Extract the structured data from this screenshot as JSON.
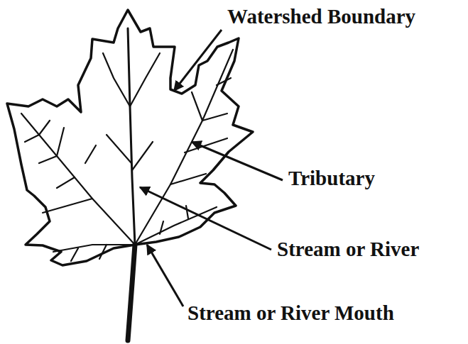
{
  "diagram": {
    "labels": [
      "Watershed Boundary",
      "Tributary",
      "Stream or River",
      "Stream or River Mouth"
    ]
  }
}
